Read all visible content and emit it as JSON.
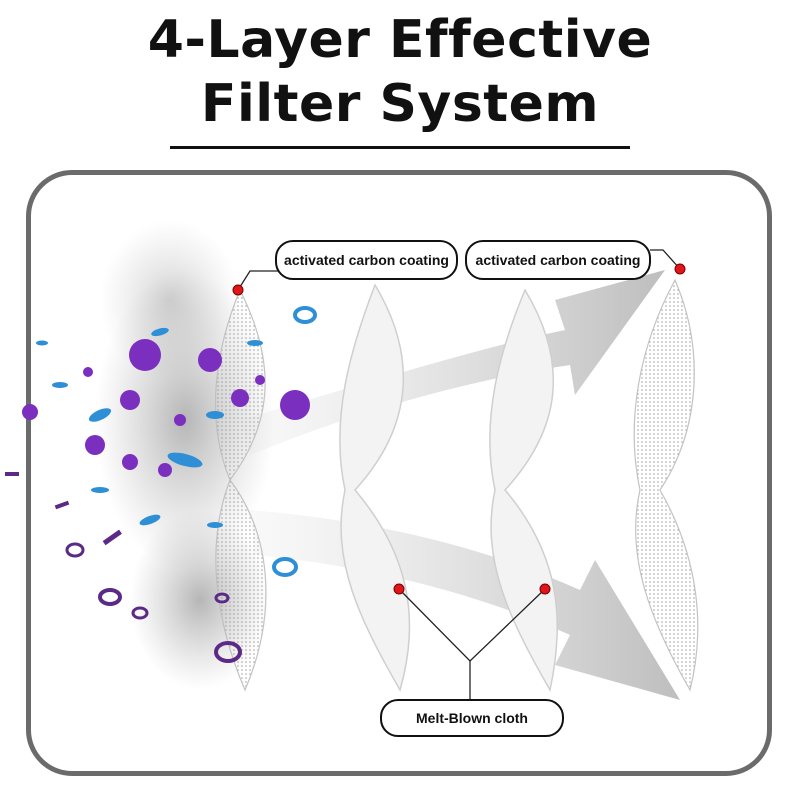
{
  "title_line1": "4-Layer Effective",
  "title_line2": "Filter System",
  "labels": {
    "carbon_1": "activated carbon coating",
    "carbon_2": "activated carbon coating",
    "meltblown": "Melt-Blown cloth"
  },
  "colors": {
    "frame": "#6b6b6b",
    "marker": "#e0161b",
    "particle_purple": "#7b2fbe",
    "particle_blue": "#2e8fd6"
  }
}
